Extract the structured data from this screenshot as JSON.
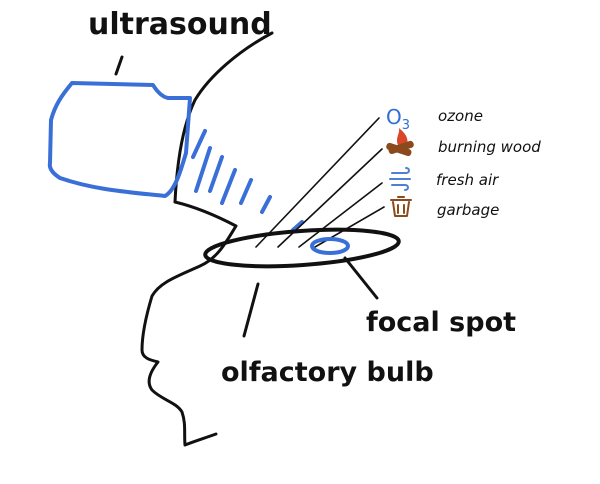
{
  "colors": {
    "ink": "#111111",
    "ultrasound_blue": "#3a6fd8",
    "ozone_blue": "#2f6fd6",
    "fire_red": "#d9472b",
    "wood_brown": "#8a4a1c",
    "air_blue": "#4f7fd0",
    "garbage_brown": "#8a4a1c"
  },
  "labels": {
    "ultrasound": "ultrasound",
    "olfactory_bulb": "olfactory bulb",
    "focal_spot": "focal spot"
  },
  "odors": [
    {
      "name": "ozone",
      "icon": "ozone-icon",
      "symbol": "O",
      "subscript": "3"
    },
    {
      "name": "burning wood",
      "icon": "burning-wood-icon"
    },
    {
      "name": "fresh air",
      "icon": "fresh-air-icon"
    },
    {
      "name": "garbage",
      "icon": "garbage-icon"
    }
  ]
}
